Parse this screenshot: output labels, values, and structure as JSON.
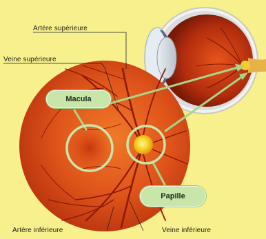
{
  "labels": {
    "artere_superieure": "Artère supérieure",
    "veine_superieure": "Veine supérieure",
    "macula": "Macula",
    "papille": "Papille",
    "artere_inferieure": "Artère inférieure",
    "veine_inferieure": "Veine inférieure"
  },
  "colors": {
    "background": "#f7f08c",
    "fundus": "#e0551a",
    "fundus_dark": "#a3240b",
    "vessel": "#8c1a08",
    "callout": "#c8e6a9",
    "callout_line": "#a9d48a",
    "papilla": "#f5d21e"
  }
}
